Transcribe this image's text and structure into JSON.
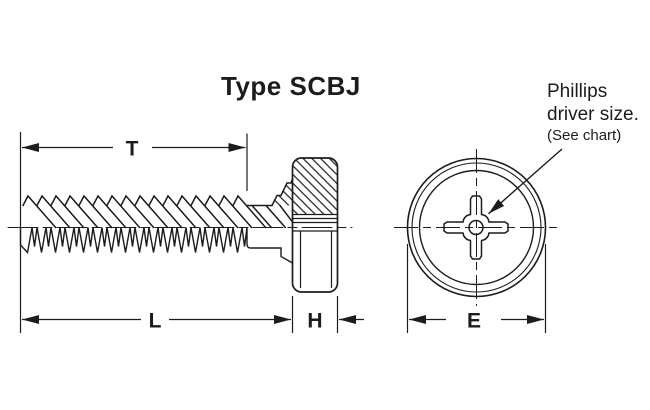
{
  "drawing": {
    "title": "Type SCBJ",
    "callout": {
      "line1": "Phillips",
      "line2": "driver size.",
      "line3": "(See chart)"
    },
    "dimensions": {
      "thread_length_label": "T",
      "overall_length_label": "L",
      "head_height_label": "H",
      "head_diameter_label": "E"
    },
    "colors": {
      "line": "#1c1c1c",
      "background": "#ffffff"
    }
  }
}
